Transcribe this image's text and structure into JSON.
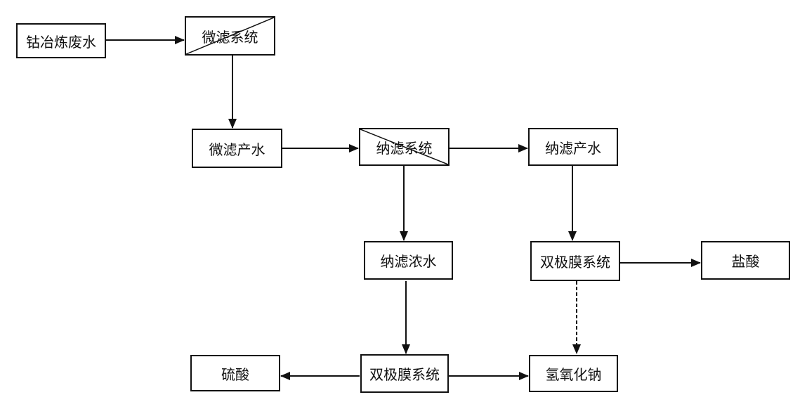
{
  "nodes": {
    "wastewater": "钴冶炼废水",
    "mf_system": "微滤系统",
    "mf_product": "微滤产水",
    "nf_system": "纳滤系统",
    "nf_product": "纳滤产水",
    "nf_concentrate": "纳滤浓水",
    "bpm_system_upper": "双极膜系统",
    "hcl": "盐酸",
    "bpm_system_lower": "双极膜系统",
    "h2so4": "硫酸",
    "naoh": "氢氧化钠"
  },
  "colors": {
    "line": "#111111",
    "box_fill": "#ffffff"
  }
}
